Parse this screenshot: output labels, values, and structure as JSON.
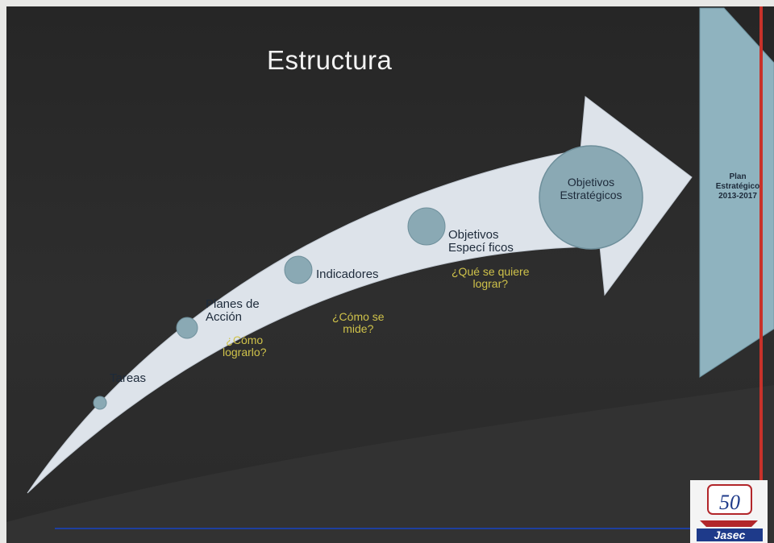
{
  "slide": {
    "title": "Estructura",
    "steps": [
      {
        "label": "Tareas"
      },
      {
        "label": "Planes de\nAcción"
      },
      {
        "label": "Indicadores"
      },
      {
        "label": "Objetivos\nEspecí ficos"
      }
    ],
    "questions": [
      "¿Cómo\nlograrlo?",
      "¿Cómo se\nmide?",
      "¿Qué se quiere\nlograr?"
    ],
    "goal_circle": "Objetivos\nEstratégicos",
    "banner": "Plan\nEstratégico\n2013-2017",
    "logo": {
      "number": "50",
      "brand": "Jasec"
    },
    "colors": {
      "background": "#2b2b2b",
      "arrow": "#dde3ea",
      "circle": "#8aa9b4",
      "question": "#cfc24a",
      "banner": "#8fb3bf",
      "accent_red": "#c8322a"
    }
  }
}
